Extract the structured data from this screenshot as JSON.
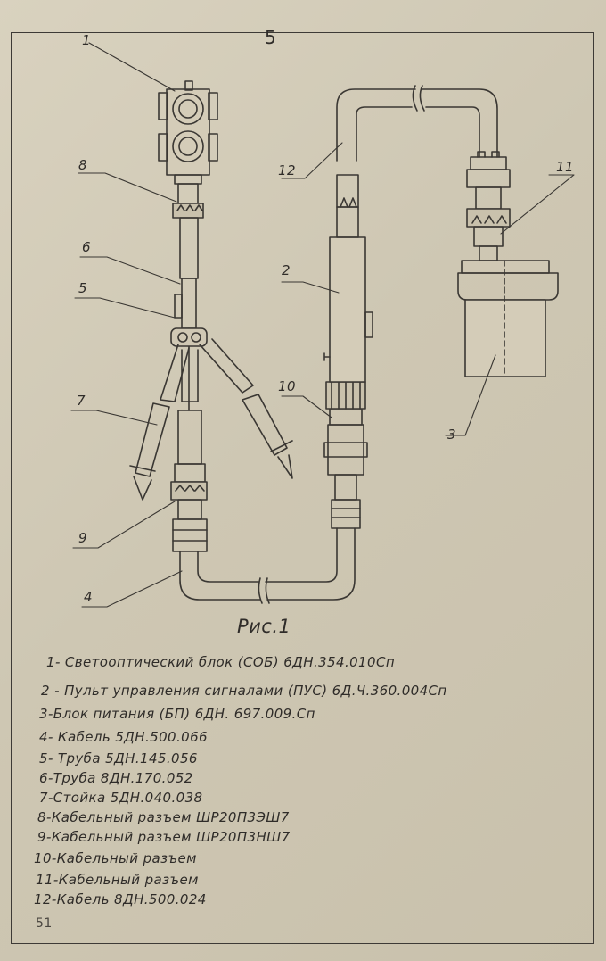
{
  "page_number": "5",
  "caption": "Рис.1",
  "stamp": "51",
  "callouts": [
    "1",
    "8",
    "6",
    "5",
    "7",
    "9",
    "4",
    "2",
    "10",
    "12",
    "11",
    "3"
  ],
  "legend": [
    "1- Светооптический блок (СОБ) 6ДН.354.010Сп",
    "2 - Пульт управления сигналами (ПУС) 6Д.Ч.360.004Сп",
    "3-Блок питания (БП) 6ДН. 697.009.Сп",
    "4- Кабель 5ДН.500.066",
    "5- Труба 5ДН.145.056",
    "6-Труба 8ДН.170.052",
    "7-Стойка 5ДН.040.038",
    "8-Кабельный разъем ШР20П3ЭШ7",
    "9-Кабельный разъем ШР20П3НШ7",
    "10-Кабельный разъем",
    "11-Кабельный разъем",
    "12-Кабель 8ДН.500.024"
  ]
}
